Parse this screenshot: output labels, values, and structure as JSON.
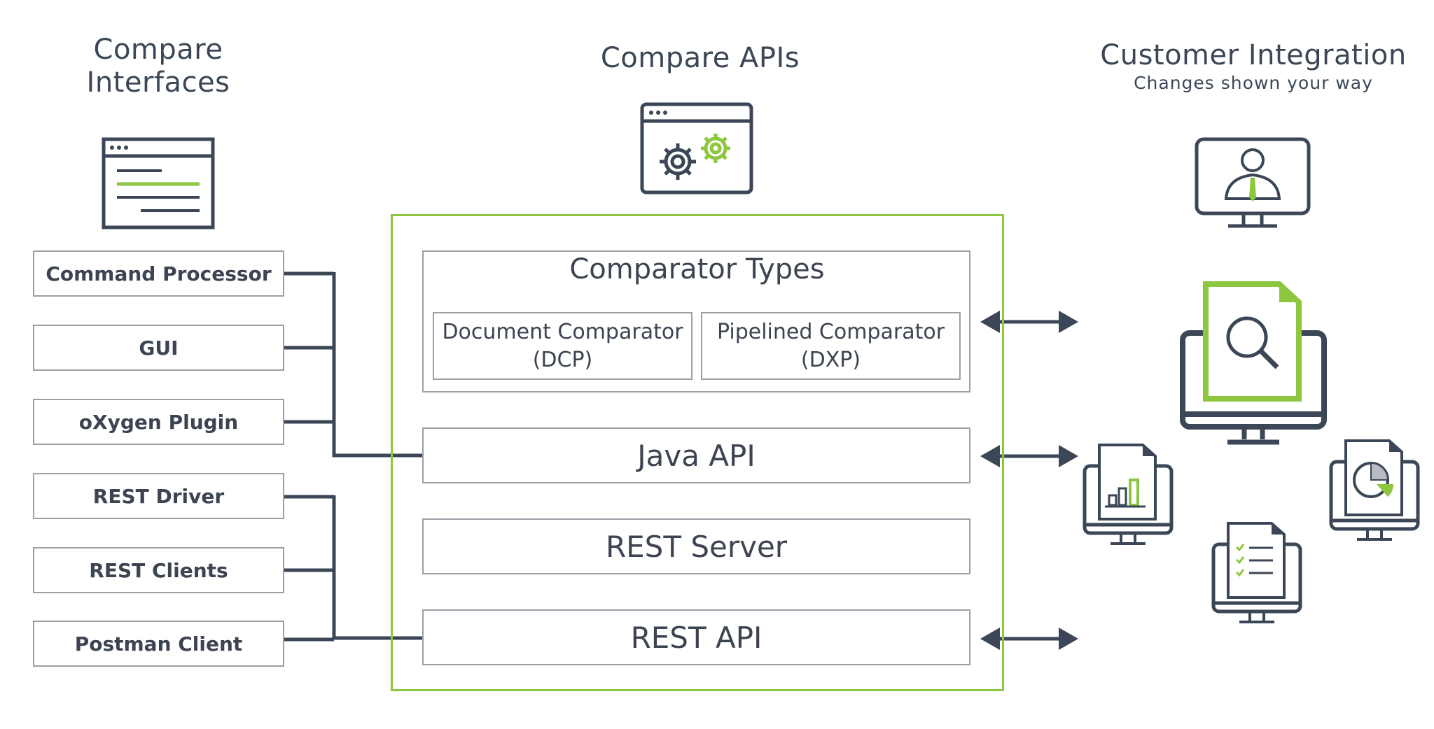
{
  "columns": {
    "left": {
      "title_line1": "Compare",
      "title_line2": "Interfaces"
    },
    "center": {
      "title": "Compare APIs"
    },
    "right": {
      "title": "Customer Integration",
      "subtitle": "Changes shown your way"
    }
  },
  "interfaces": [
    "Command Processor",
    "GUI",
    "oXygen Plugin",
    "REST Driver",
    "REST Clients",
    "Postman Client"
  ],
  "comparator_types": {
    "title": "Comparator Types",
    "document": {
      "line1": "Document Comparator",
      "line2": "(DCP)"
    },
    "pipelined": {
      "line1": "Pipelined Comparator",
      "line2": "(DXP)"
    }
  },
  "api_layers": {
    "java_api": "Java API",
    "rest_server": "REST Server",
    "rest_api": "REST API"
  },
  "icons": {
    "interfaces": "window-text-icon",
    "apis": "window-gears-icon",
    "presenter": "monitor-presenter-icon",
    "document_search": "monitor-document-search-icon",
    "bar_chart": "monitor-bar-chart-icon",
    "pie_chart": "monitor-pie-chart-icon",
    "checklist": "monitor-checklist-icon"
  },
  "colors": {
    "accent_green": "#8dc63f",
    "dark": "#3b4656",
    "border_gray": "#9aa0a8"
  }
}
